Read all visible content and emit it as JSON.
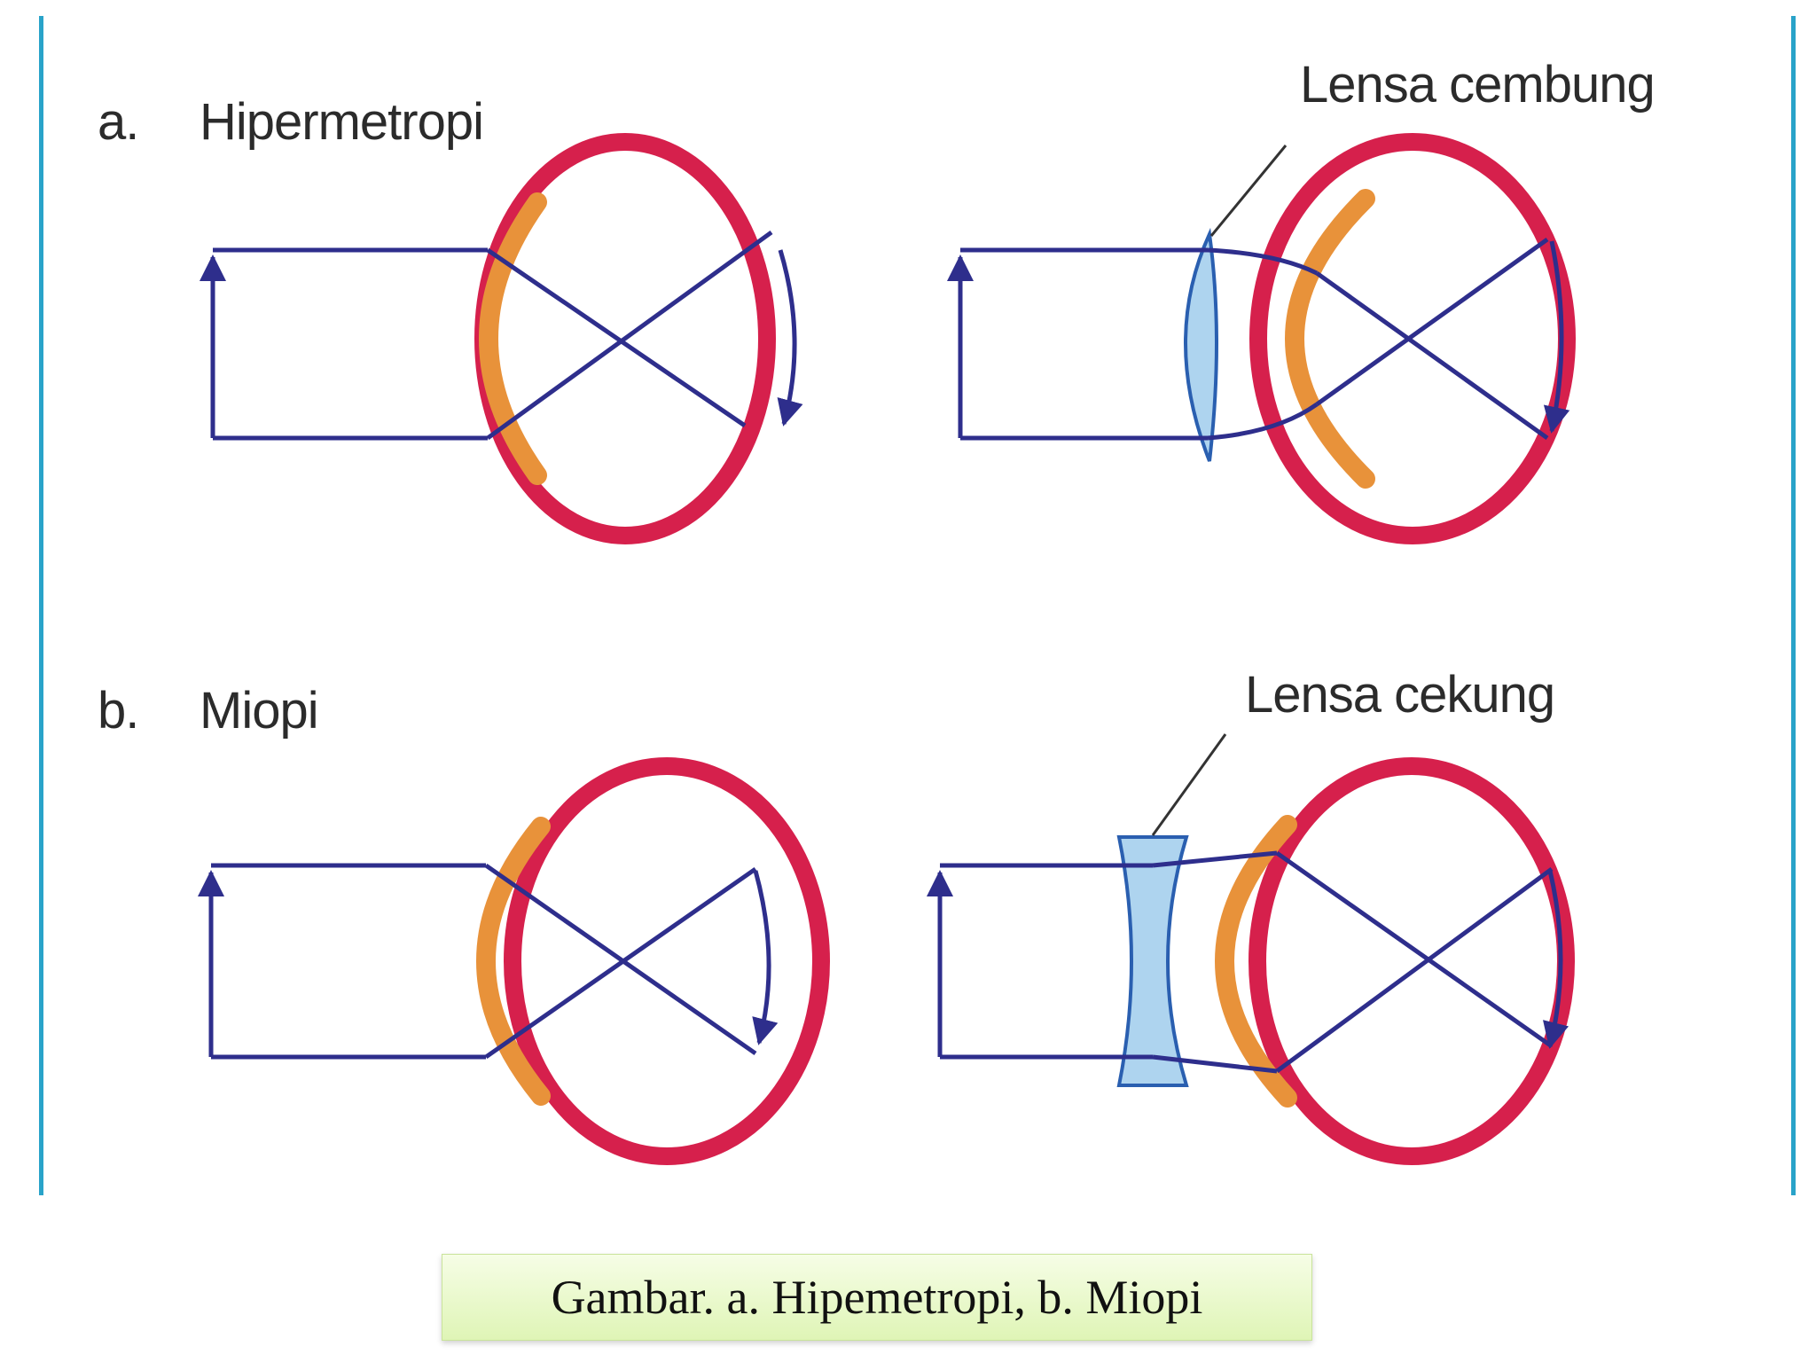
{
  "labels": {
    "a_letter": "a.",
    "a_title": "Hipermetropi",
    "b_letter": "b.",
    "b_title": "Miopi",
    "convex_lens": "Lensa cembung",
    "concave_lens": "Lensa cekung"
  },
  "caption": "Gambar. a. Hipemetropi, b. Miopi",
  "colors": {
    "eyeball": "#d6204c",
    "cornea": "#e8923a",
    "ray": "#2e2e8c",
    "lens_fill": "#aed4ef",
    "lens_stroke": "#2a5fb0",
    "accent_bar": "#29a3c9"
  }
}
